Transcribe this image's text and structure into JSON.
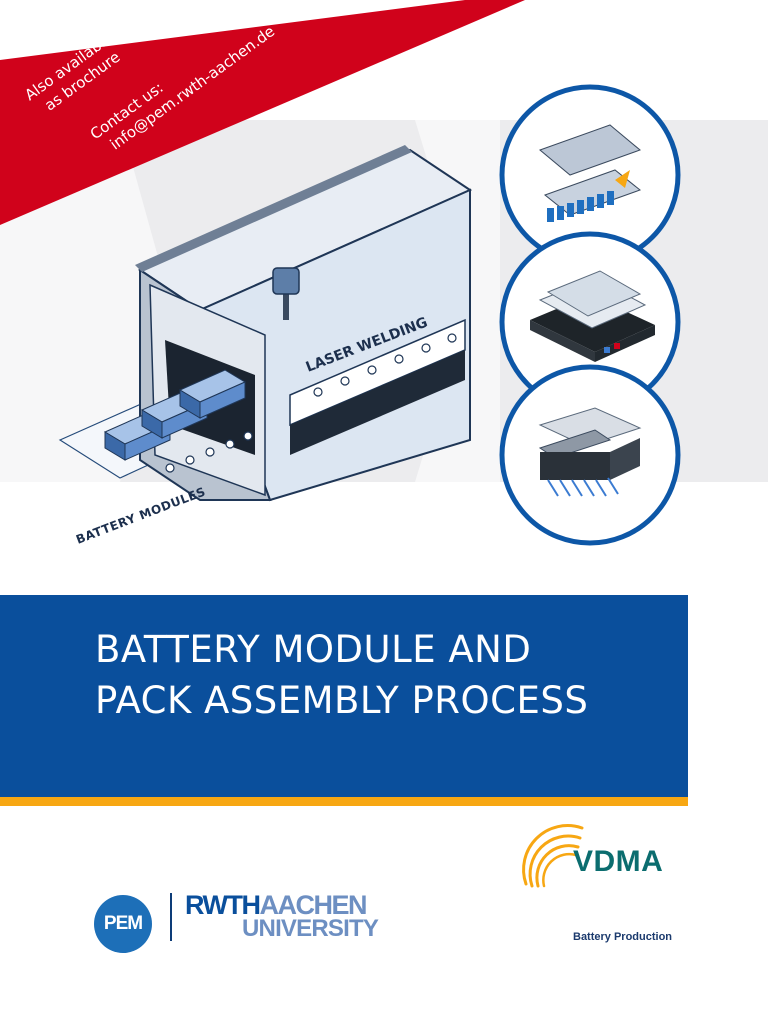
{
  "ribbon": {
    "line1": "Also available",
    "line2": "as brochure",
    "line3": "Contact us:",
    "line4": "info@pem.rwth-aachen.de"
  },
  "illustration": {
    "machine_label": "LASER WELDING",
    "conveyor_label": "BATTERY MODULES"
  },
  "title": {
    "line1": "BATTERY MODULE AND",
    "line2": "PACK ASSEMBLY PROCESS"
  },
  "logos": {
    "pem": "PEM",
    "rwth_dark": "RWTH",
    "rwth_light": "AACHEN",
    "rwth_line2": "UNIVERSITY",
    "vdma": "VDMA",
    "vdma_sub": "Battery Production"
  },
  "colors": {
    "ribbon_red": "#d0021b",
    "title_blue": "#0a4f9c",
    "accent_orange": "#f7a713",
    "circle_blue": "#0d57a7",
    "vdma_teal": "#0b6d6f"
  }
}
